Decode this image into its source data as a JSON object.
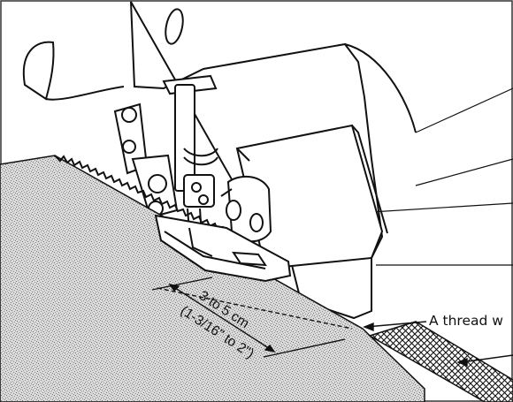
{
  "figure": {
    "measurement_metric": "3 to 5 cm",
    "measurement_imperial": "(1-3/16\" to 2\")",
    "callout_text": "A thread w"
  },
  "colors": {
    "line": "#111111",
    "fabric": "#cfcfcf",
    "paper": "#ffffff"
  }
}
